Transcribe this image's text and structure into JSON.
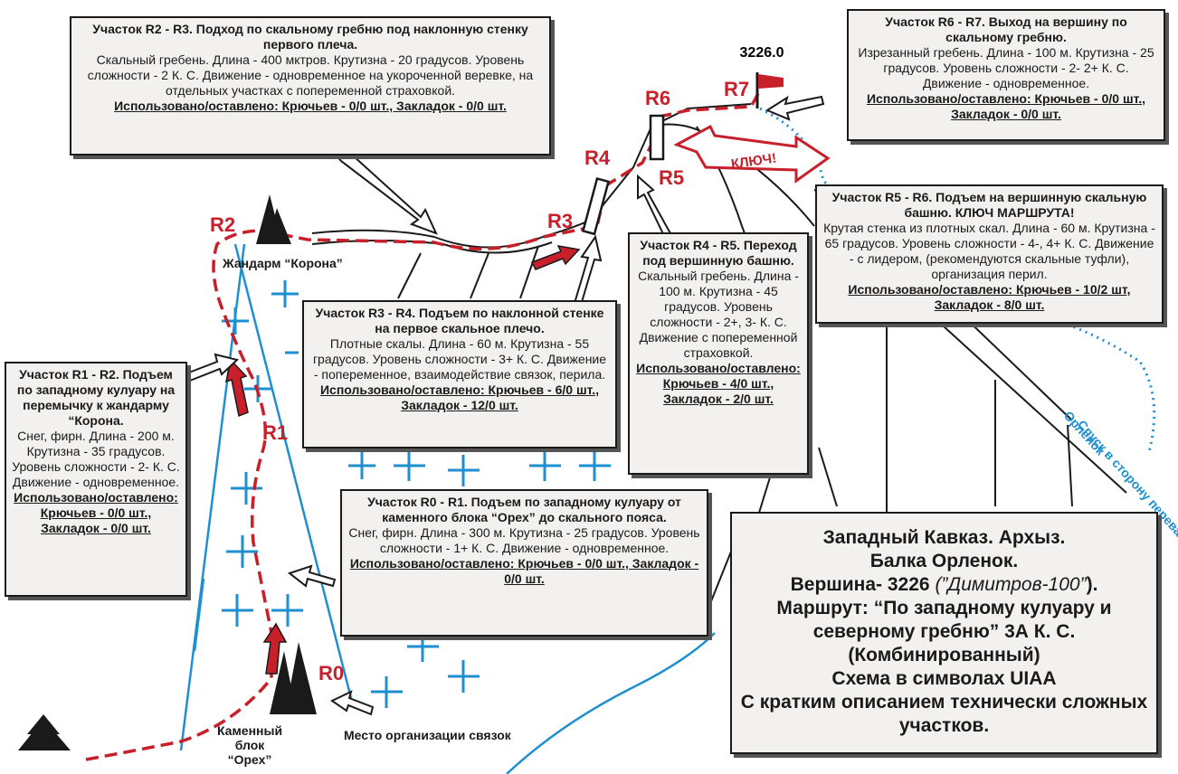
{
  "peak_height": "3226.0",
  "route_labels": [
    "R0",
    "R1",
    "R2",
    "R3",
    "R4",
    "R5",
    "R6",
    "R7"
  ],
  "key_label": "КЛЮЧ!",
  "gendarme_label": "Жандарм “Корона”",
  "block_label_1": "Каменный блок",
  "block_label_2": "“Орех”",
  "rope_place_label": "Место организации связок",
  "descent_label_1": "Спуск в сторону перевала",
  "descent_label_2": "Орленок",
  "sections": {
    "r2r3": {
      "title": "Участок R2 - R3. Подход по скальному гребню под наклонную стенку первого плеча.",
      "desc": "Скальный гребень.  Длина - 400 мктров. Крутизна - 20 градусов. Уровень сложности - 2 К. С. Движение - одновременное на укороченной веревке, на отдельных участках с попеременной страховкой.",
      "used": "Использовано/оставлено: Крючьев - 0/0 шт., Закладок - 0/0 шт."
    },
    "r6r7": {
      "title": "Участок R6 - R7. Выход на вершину по скальному гребню.",
      "desc": "Изрезанный гребень.  Длина - 100 м. Крутизна - 25 градусов. Уровень сложности - 2- 2+ К. С. Движение - одновременное.",
      "used": "Использовано/оставлено: Крючьев - 0/0 шт., Закладок - 0/0 шт."
    },
    "r5r6": {
      "title": "Участок R5 - R6. Подъем на вершинную скальную башню. КЛЮЧ МАРШРУТА!",
      "desc": "Крутая стенка из плотных скал.  Длина - 60 м. Крутизна - 65 градусов. Уровень сложности - 4-, 4+ К. С. Движение - с лидером, (рекомендуются скальные туфли), организация перил.",
      "used": "Использовано/оставлено: Крючьев - 10/2 шт, Закладок - 8/0 шт."
    },
    "r4r5": {
      "title": "Участок R4 - R5. Переход под вершинную башню.",
      "desc": "Скальный гребень. Длина - 100 м. Крутизна - 45 градусов. Уровень сложности - 2+, 3- К. С. Движение с попеременной страховкой.",
      "used": "Использовано/оставлено: Крючьев - 4/0 шт., Закладок - 2/0 шт."
    },
    "r3r4": {
      "title": "Участок R3 - R4. Подъем по наклонной стенке на первое скальное плечо.",
      "desc": "Плотные скалы.  Длина - 60 м. Крутизна - 55 градусов. Уровень сложности - 3+ К. С. Движение - попеременное, взаимодействие связок, перила.",
      "used": "Использовано/оставлено: Крючьев - 6/0 шт., Закладок - 12/0 шт."
    },
    "r1r2": {
      "title": "Участок R1 - R2. Подъем по западному кулуару на перемычку к жандарму “Корона.",
      "desc": "Снег, фирн.  Длина - 200 м. Крутизна - 35 градусов. Уровень сложности - 2- К. С. Движение - одновременное.",
      "used": "Использовано/оставлено: Крючьев - 0/0 шт., Закладок - 0/0 шт."
    },
    "r0r1": {
      "title": "Участок R0 - R1. Подъем по западному кулуару от каменного блока “Орех” до скального пояса.",
      "desc": "Снег, фирн.  Длина - 300 м. Крутизна - 25 градусов. Уровень сложности - 1+ К. С. Движение - одновременное.",
      "used": "Использовано/оставлено: Крючьев - 0/0 шт., Закладок - 0/0 шт."
    }
  },
  "main": {
    "line1": "Западный Кавказ. Архыз.",
    "line2": "Балка Орленок.",
    "line3": "Вершина- 3226",
    "line3_italic": "(”Димитров-100”",
    "line3_end": ").",
    "line4": "Маршрут: “По западному кулуару и северному гребню” 3А К. С.",
    "line5": "(Комбинированный)",
    "line6": "Схема в символах UIAA",
    "line7": "С кратким описанием технически сложных участков."
  },
  "colors": {
    "route": "#c8202a",
    "snow": "#1e8fd0",
    "ink": "#1a1a1a",
    "box": "#f2f1ef"
  }
}
